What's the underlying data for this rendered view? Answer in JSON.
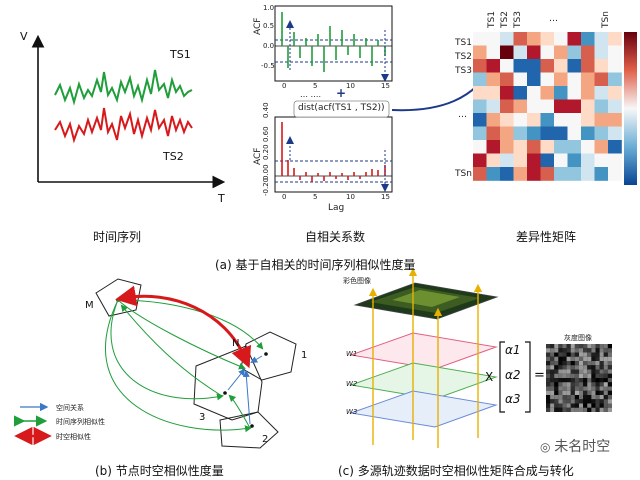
{
  "panel_a": {
    "ts": {
      "axis_v": "V",
      "axis_t": "T",
      "ts1": "TS1",
      "ts2": "TS2",
      "caption": "时间序列"
    },
    "acf": {
      "ylabel_top": "ACF",
      "ylabel_bottom": "ACF",
      "xlabel": "Lag",
      "top_yticks": [
        "1.0",
        "0.5",
        "0.0",
        "-0.5"
      ],
      "bottom_yticks": [
        "0.40",
        "0.60",
        "0.20",
        "0.00",
        "-0.20"
      ],
      "xticks": [
        "0",
        "5",
        "10",
        "15"
      ],
      "dist_text": "dist(acf(TS1 , TS2))",
      "dots": "… ….",
      "plus": "+",
      "caption": "自相关系数"
    },
    "matrix": {
      "col_labels": [
        "TS1",
        "TS2",
        "TS3",
        "…",
        "TSn"
      ],
      "row_labels": [
        "TS1",
        "TS2",
        "TS3",
        "…",
        "TSn"
      ],
      "caption": "差异性矩阵"
    },
    "caption": "(a)  基于自相关的时间序列相似性度量"
  },
  "panel_b": {
    "node_m": "M",
    "node_n": "N",
    "node_1": "1",
    "node_2": "2",
    "node_3": "3",
    "legend": [
      "空间关系",
      "时间序列相似性",
      "时空相似性"
    ],
    "caption": "(b)  节点时空相似性度量"
  },
  "panel_c": {
    "color_label": "彩色图像",
    "gray_label": "灰度图像",
    "weights": [
      "W1",
      "W2",
      "W3"
    ],
    "alphas": [
      "α1",
      "α2",
      "α3"
    ],
    "times": "X",
    "equals": "=",
    "caption": "(c)  多源轨迹数据时空相似性矩阵合成与转化"
  },
  "watermark": "未名时空",
  "colors": {
    "green": "#1f9e3a",
    "red": "#d7191c",
    "blue": "#3a78c8",
    "navy": "#1d3a8a"
  }
}
